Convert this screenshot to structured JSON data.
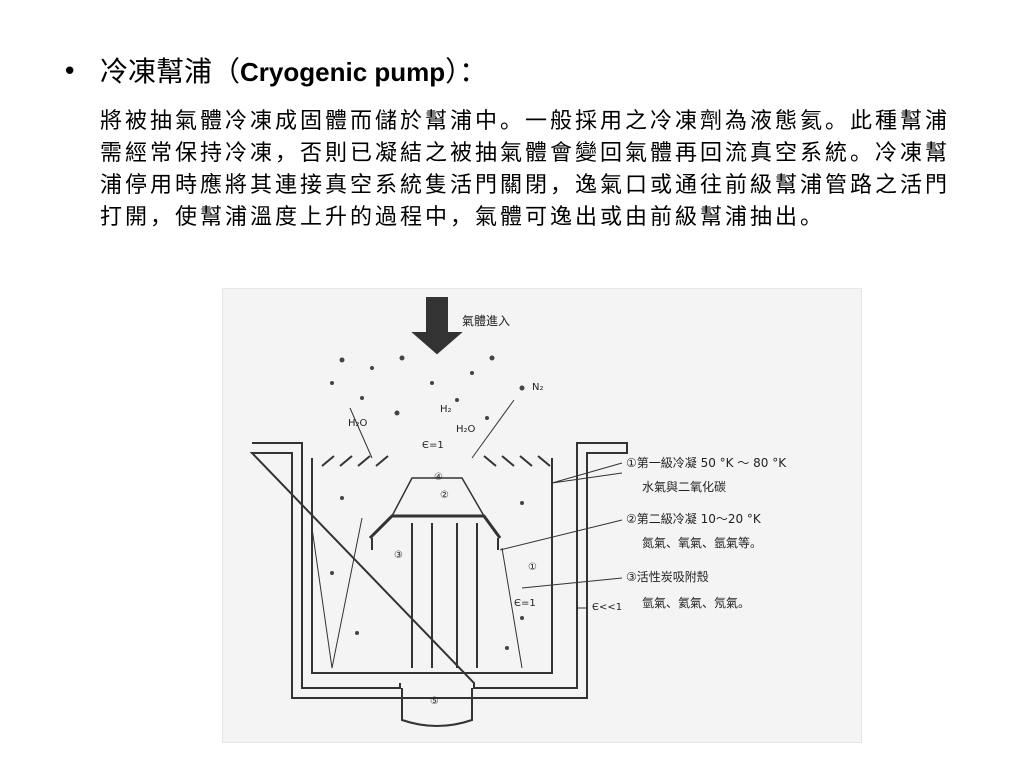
{
  "slide": {
    "bullet": "•",
    "heading_cn": "冷凍幫浦（",
    "heading_en": "Cryogenic pump",
    "heading_tail": "）：",
    "paragraph": "將被抽氣體冷凍成固體而儲於幫浦中。一般採用之冷凍劑為液態氦。此種幫浦需經常保持冷凍，否則已凝結之被抽氣體會變回氣體再回流真空系統。冷凍幫浦停用時應將其連接真空系統隻活門關閉，逸氣口或通往前級幫浦管路之活門打開，使幫浦溫度上升的過程中，氣體可逸出或由前級幫浦抽出。"
  },
  "diagram": {
    "gas_in": "氣體進入",
    "n2": "N₂",
    "h2": "H₂",
    "h2o_left": "H₂O",
    "h2o_right": "H₂O",
    "e1_top": "Є=1",
    "e1_side": "Є=1",
    "e_small": "Є<<1",
    "m1": "①",
    "m2": "②",
    "m3": "③",
    "m4": "④",
    "m5": "⑤",
    "legend1_title": "①第一級冷凝 50 °K ～ 80 °K",
    "legend1_desc": "水氣與二氧化碳",
    "legend2_title": "②第二級冷凝 10～20 °K",
    "legend2_desc": "氮氣、氧氣、氬氣等。",
    "legend3_title": "③活性炭吸附殼",
    "legend3_desc": "氫氣、氦氣、氖氣。"
  }
}
